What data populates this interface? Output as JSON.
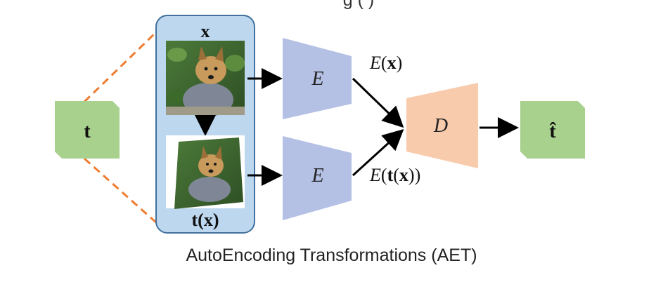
{
  "diagram": {
    "top_partial_title": "g   (   )",
    "caption": "AutoEncoding Transformations (AET)",
    "input_transform_label": "t",
    "output_transform_label": "t̂",
    "image_panel": {
      "original_label": "x",
      "transformed_label": "t(x)"
    },
    "encoder_top_label": "E",
    "encoder_bottom_label": "E",
    "decoder_label": "D",
    "feature_original_label": "E(x)",
    "feature_transformed_label": "E(t(x))"
  },
  "colors": {
    "green_box": "#A9D18E",
    "encoder_blue": "#B4C0E4",
    "decoder_peach": "#F8CBAD",
    "panel_blue": "#BDD7EE",
    "panel_border": "#41719C",
    "dashed_orange": "#ED7D31",
    "arrow": "#000000"
  },
  "icons": [
    "dog-photo-original",
    "dog-photo-transformed"
  ]
}
